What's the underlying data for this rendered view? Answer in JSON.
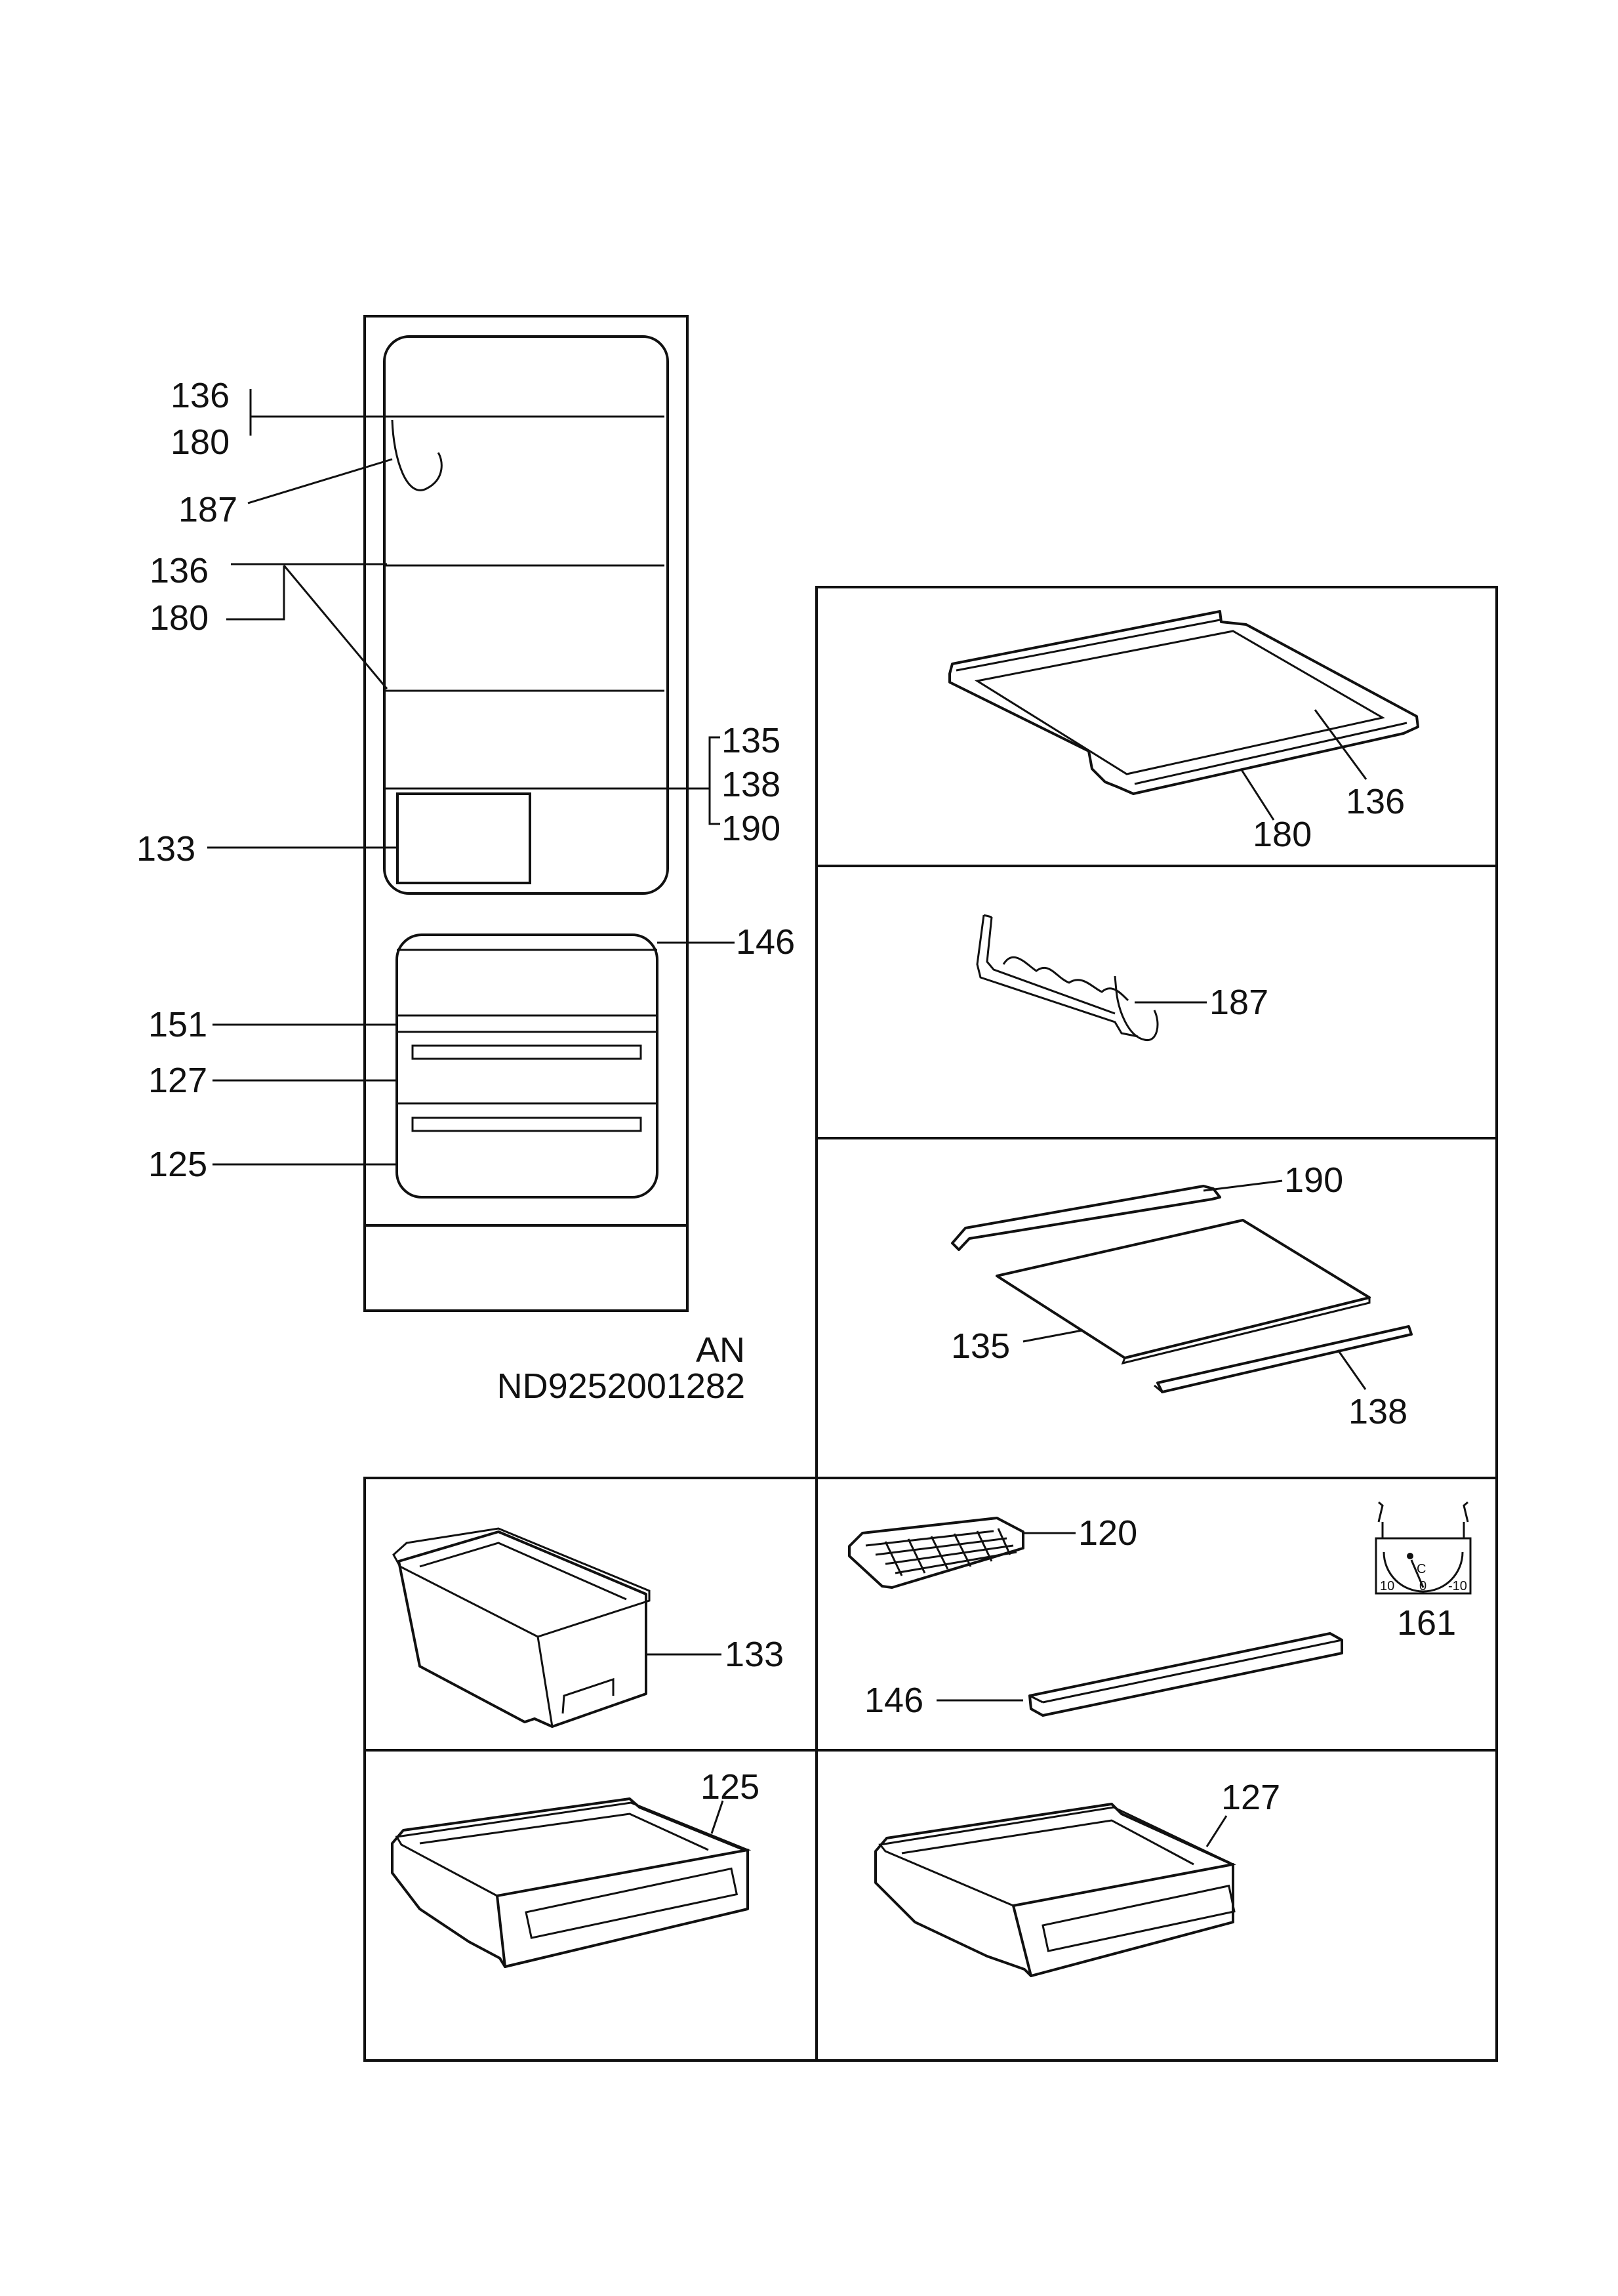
{
  "document": {
    "variant": "AN",
    "drawing_number": "ND9252001282"
  },
  "labels": {
    "fridge": {
      "l136a": "136",
      "l180a": "180",
      "l187": "187",
      "l136b": "136",
      "l180b": "180",
      "l135": "135",
      "l138": "138",
      "l190": "190",
      "l133": "133",
      "l146": "146",
      "l151": "151",
      "l127": "127",
      "l125": "125"
    },
    "panel_shelf": {
      "l136": "136",
      "l180": "180"
    },
    "panel_rack": {
      "l187": "187"
    },
    "panel_glass": {
      "l190": "190",
      "l135": "135",
      "l138": "138"
    },
    "panel_box": {
      "l133": "133"
    },
    "panel_ice": {
      "l120": "120",
      "l146": "146",
      "l161": "161"
    },
    "thermometer": {
      "unit": "C",
      "t10": "10",
      "t0": "0",
      "tm10": "-10"
    },
    "panel_drawer_a": {
      "l125": "125"
    },
    "panel_drawer_b": {
      "l127": "127"
    }
  }
}
